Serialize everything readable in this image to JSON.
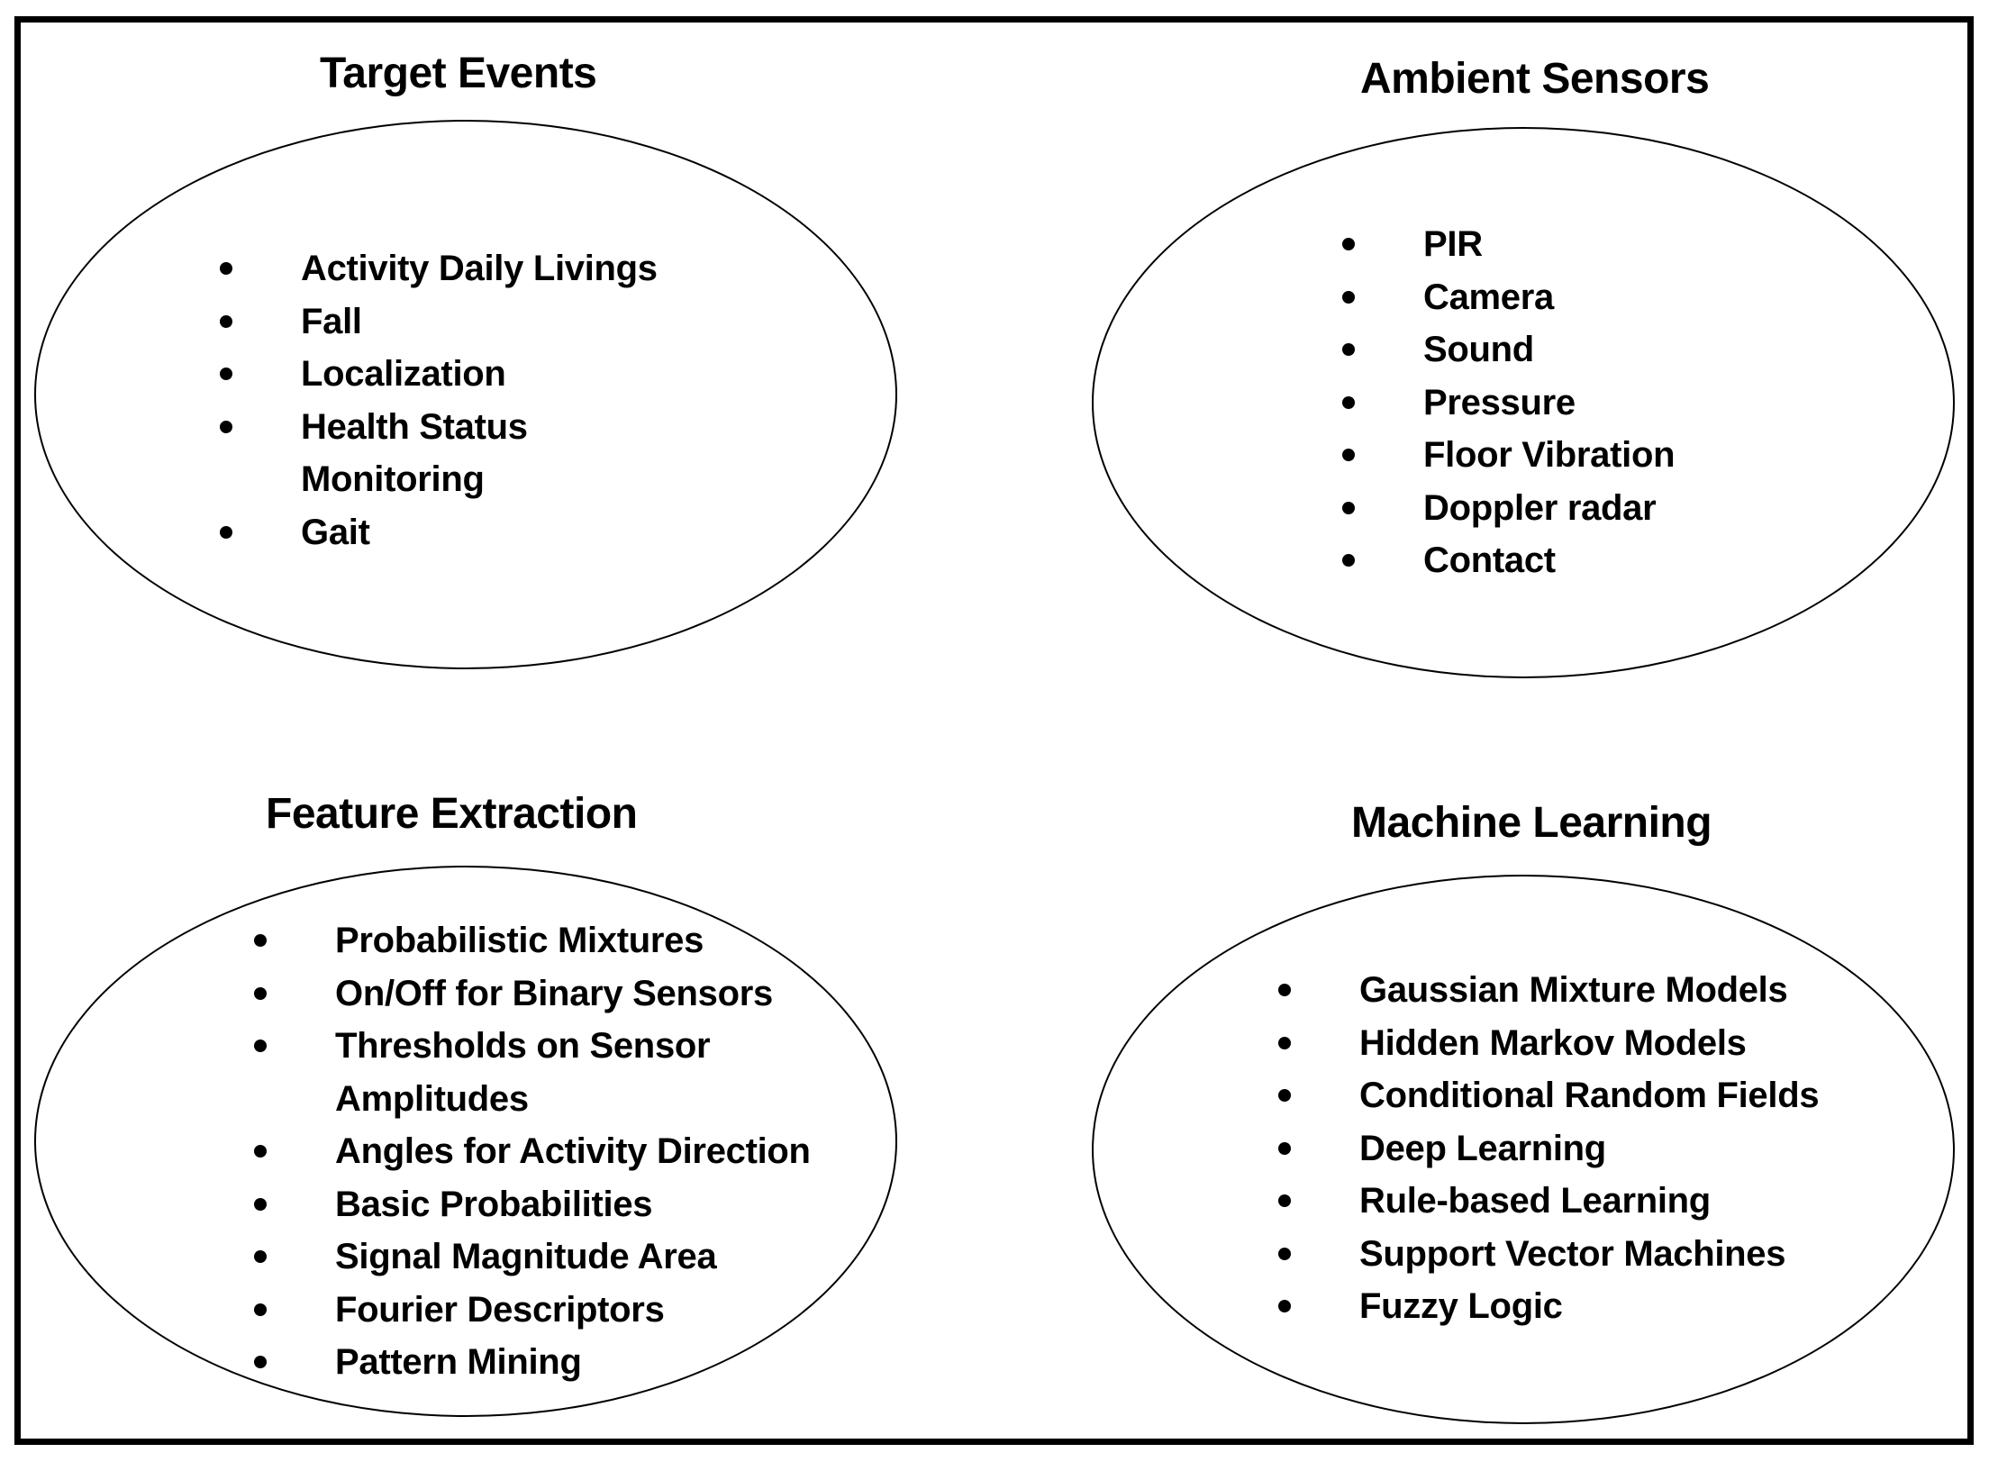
{
  "sections": [
    {
      "title": "Target Events",
      "items": [
        "Activity Daily Livings",
        "Fall",
        "Localization",
        "Health Status",
        "Monitoring",
        "Gait"
      ],
      "bullets": [
        true,
        true,
        true,
        true,
        false,
        true
      ]
    },
    {
      "title": "Ambient Sensors",
      "items": [
        "PIR",
        "Camera",
        "Sound",
        "Pressure",
        "Floor Vibration",
        "Doppler radar",
        "Contact"
      ],
      "bullets": [
        true,
        true,
        true,
        true,
        true,
        true,
        true
      ]
    },
    {
      "title": "Feature Extraction",
      "items": [
        "Probabilistic Mixtures",
        "On/Off for Binary Sensors",
        "Thresholds on Sensor",
        "Amplitudes",
        "Angles for Activity Direction",
        "Basic Probabilities",
        "Signal Magnitude Area",
        "Fourier Descriptors",
        "Pattern Mining"
      ],
      "bullets": [
        true,
        true,
        true,
        false,
        true,
        true,
        true,
        true,
        true
      ]
    },
    {
      "title": "Machine Learning",
      "items": [
        "Gaussian Mixture Models",
        "Hidden Markov Models",
        "Conditional Random Fields",
        "Deep Learning",
        "Rule-based Learning",
        "Support Vector Machines",
        "Fuzzy Logic"
      ],
      "bullets": [
        true,
        true,
        true,
        true,
        true,
        true,
        true
      ]
    }
  ]
}
